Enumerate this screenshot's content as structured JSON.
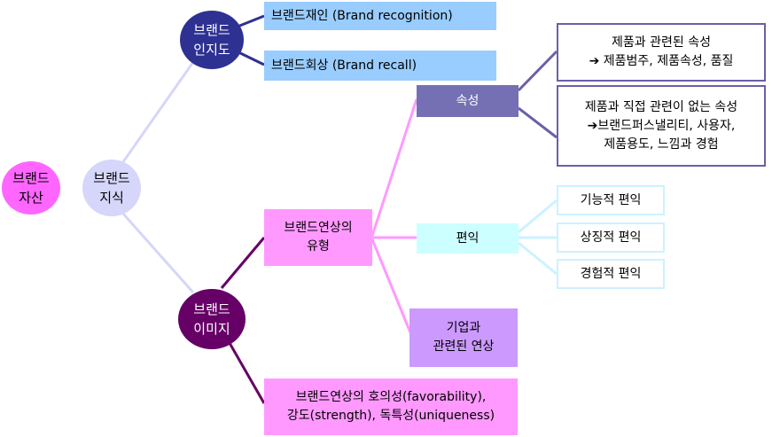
{
  "nodes": {
    "brand_equity": {
      "label": "브랜드\n자산",
      "color": "#ff66ff",
      "text_color": "#000000"
    },
    "brand_knowledge": {
      "label": "브랜드\n지식",
      "color": "#d6d6fa",
      "text_color": "#000000"
    },
    "brand_awareness": {
      "label": "브랜드\n인지도",
      "color": "#2e3192",
      "text_color": "#ffffff"
    },
    "brand_image": {
      "label": "브랜드\n이미지",
      "color": "#660066",
      "text_color": "#ffffff"
    },
    "recognition": {
      "label": "브랜드재인 (Brand recognition)",
      "color": "#99ccff"
    },
    "recall": {
      "label": "브랜드회상 (Brand recall)",
      "color": "#99ccff"
    },
    "association_types": {
      "label": "브랜드연상의\n유형",
      "color": "#ff99ff"
    },
    "attributes": {
      "label": "속성",
      "color": "#7570b3",
      "text_color": "#ffffff"
    },
    "benefits": {
      "label": "편익",
      "color": "#ccffff"
    },
    "corporate": {
      "label": "기업과\n관련된 연상",
      "color": "#cc99ff"
    },
    "favorability": {
      "label": "브랜드연상의 호의성(favorability),\n강도(strength), 독특성(uniqueness)",
      "color": "#ff99ff"
    },
    "product_related": {
      "label": "제품과 관련된 속성\n➔ 제품범주, 제품속성, 품질",
      "border": "#6b5fa8"
    },
    "non_product": {
      "label": "제품과 직접 관련이 없는 속성\n➔브랜드퍼스낼리티, 사용자,\n제품용도, 느낌과 경험",
      "border": "#6b5fa8"
    },
    "functional": {
      "label": "기능적 편익",
      "border": "#ccf2ff"
    },
    "symbolic": {
      "label": "상징적 편익",
      "border": "#ccf2ff"
    },
    "experiential": {
      "label": "경험적 편익",
      "border": "#ccf2ff"
    }
  },
  "line_colors": {
    "knowledge": "#d6d6fa",
    "awareness": "#2e3192",
    "image": "#660066",
    "association": "#ff99ff",
    "attribute": "#6b5fa8",
    "benefit": "#ccf2ff"
  }
}
